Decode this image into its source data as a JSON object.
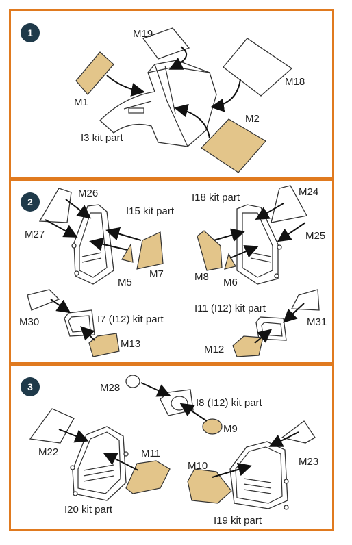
{
  "steps": [
    {
      "number": "1",
      "labels": {
        "m19": "M19",
        "m1": "M1",
        "m18": "M18",
        "m2": "M2",
        "kit": "I3 kit part"
      }
    },
    {
      "number": "2",
      "labels": {
        "m26": "M26",
        "m27": "M27",
        "kit_left": "I15 kit part",
        "m5": "M5",
        "m7": "M7",
        "kit_right": "I18 kit part",
        "m24": "M24",
        "m25": "M25",
        "m8": "M8",
        "m6": "M6",
        "m30": "M30",
        "kit_frame_left": "I7 (I12) kit part",
        "m13": "M13",
        "kit_frame_right": "I11 (I12) kit part",
        "m31": "M31",
        "m12": "M12"
      }
    },
    {
      "number": "3",
      "labels": {
        "m28": "M28",
        "kit_small": "I8 (I12) kit part",
        "m9": "M9",
        "m22": "M22",
        "m11": "M11",
        "m23": "M23",
        "m10": "M10",
        "kit_left": "I20 kit part",
        "kit_right": "I19 kit part"
      }
    }
  ],
  "colors": {
    "border": "#e07a1f",
    "step_badge": "#1f3a4a",
    "masking": "#e3c58a"
  }
}
